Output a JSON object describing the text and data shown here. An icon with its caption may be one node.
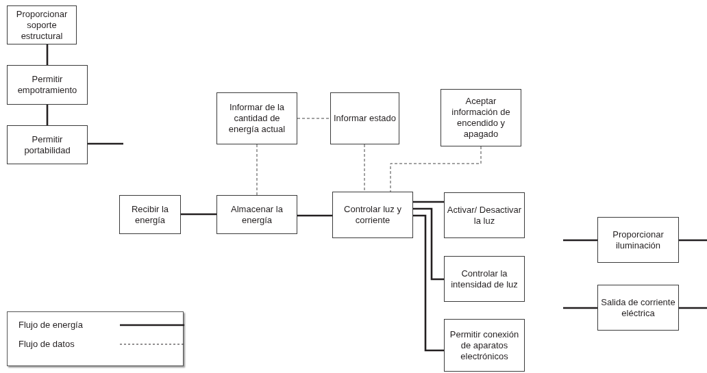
{
  "diagram": {
    "nodes": [
      {
        "text": [
          "Proporcionar soporte estructural"
        ]
      },
      {
        "text": [
          "Permitir empotramiento"
        ]
      },
      {
        "text": [
          "Permitir portabilidad"
        ]
      },
      {
        "text": [
          "Informar de la cantidad de energía actual"
        ]
      },
      {
        "text": [
          "Informar estado"
        ]
      },
      {
        "text": [
          "Aceptar información de encendido y apagado"
        ]
      },
      {
        "text": [
          "Recibir la energía"
        ]
      },
      {
        "text": [
          "Almacenar la energía"
        ]
      },
      {
        "text": [
          "Controlar luz y corriente"
        ]
      },
      {
        "text": [
          "Activar/ Desactivar la luz"
        ]
      },
      {
        "text": [
          "Controlar la intensidad de luz"
        ]
      },
      {
        "text": [
          "Permitir conexión de aparatos electrónicos"
        ]
      },
      {
        "text": [
          "Proporcionar iluminación"
        ]
      },
      {
        "text": [
          "Salida de corriente eléctrica"
        ]
      }
    ],
    "edges": [
      {
        "from": 0,
        "to": 1,
        "arrow": "none"
      },
      {
        "from": 1,
        "to": 2,
        "arrow": "none"
      },
      {
        "from": 2,
        "to": null,
        "arrow": "none"
      },
      {
        "from": 6,
        "to": 7,
        "arrow": "none"
      },
      {
        "from": 7,
        "to": 8,
        "arrow": "none"
      },
      {
        "from": 8,
        "to": 9,
        "arrow": "none"
      },
      {
        "from": 8,
        "to": 10,
        "arrow": "none"
      },
      {
        "from": 8,
        "to": 11,
        "arrow": "none"
      },
      {
        "from": 3,
        "to": 4,
        "arrow": "none",
        "style": "dashed"
      },
      {
        "from": 3,
        "to": 7,
        "arrow": "none",
        "style": "dashed"
      },
      {
        "from": 4,
        "to": 8,
        "arrow": "none",
        "style": "dashed"
      },
      {
        "from": 5,
        "to": 8,
        "arrow": "none",
        "style": "dashed"
      },
      {
        "from": null,
        "to": 12,
        "arrow": "none"
      },
      {
        "from": 12,
        "to": null,
        "arrow": "none"
      },
      {
        "from": null,
        "to": 13,
        "arrow": "none"
      },
      {
        "from": 13,
        "to": null,
        "arrow": "none"
      }
    ],
    "legend": [
      {
        "text": "Flujo de energía"
      },
      {
        "text": "Flujo de datos"
      }
    ]
  }
}
